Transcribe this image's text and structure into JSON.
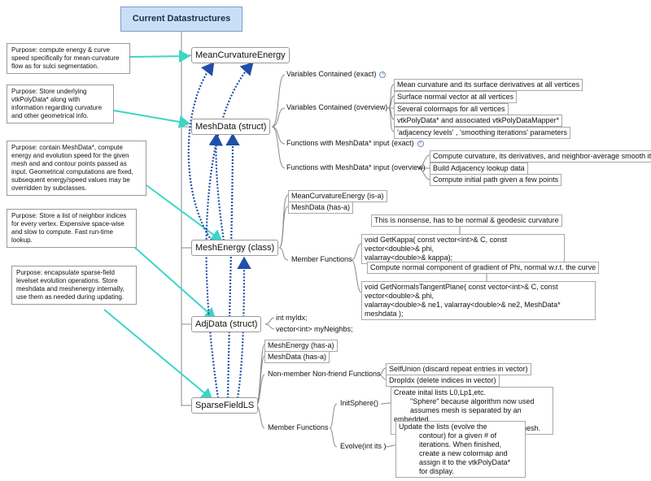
{
  "title": "Current Datastructures",
  "nodes": {
    "mce": "MeanCurvatureEnergy",
    "meshdata": "MeshData  (struct)",
    "meshenergy": "MeshEnergy  (class)",
    "adjdata": "AdjData  (struct)",
    "sparse": "SparseFieldLS"
  },
  "callouts": {
    "c1": "Purpose: compute energy & curve speed specifically for mean-curvature flow as for sulci segmentation.",
    "c2": "Purpose: Store underlying vtkPolyData* along with information regarding curvature and other geometrical info.",
    "c3": "Purpose: contain MeshData*, compute energy and evolution speed for the given mesh and and contour points passed as input. Geometrical computations are fixed, subsequent energy/speed values may be overridden by subclasses.",
    "c4": "Purpose: Store a list of neighbor indices for every vertex. Expensive space-wise and slow to compute. Fast run-time lookup.",
    "c5": "Purpose: encapsulate sparse-field levelset evolution operations. Store meshdata and meshenergy internally, use them as needed during updating."
  },
  "meshdata": {
    "vars_exact": "Variables Contained (exact)",
    "vars_overview": "Variables Contained (overview)",
    "vars": [
      "Mean curvature and its surface derivatives at all vertices",
      "Surface normal vector at all vertices",
      "Several colormaps for all vertices",
      "vtkPolyData* and associated vtkPolyDataMapper*",
      "'adjacency levels' , 'smoothing iterations' parameters"
    ],
    "funcs_exact": "Functions with MeshData* input (exact)",
    "funcs_overview": "Functions with MeshData* input (overview)",
    "funcs": [
      "Compute curvature, its derivatives, and neighbor-average smooth it",
      "Build Adjacency lookup data",
      "Compute initial path given a few points"
    ]
  },
  "meshenergy": {
    "isa": "MeanCurvatureEnergy (is-a)",
    "hasa": "MeshData (has-a)",
    "member_functions": "Member Functions",
    "note1": "This is nonsense, has to be normal & geodesic curvature",
    "kappa": "void GetKappa( const vector<int>& C, const vector<double>& phi,\nvalarray<double>& kappa);",
    "note2": "Compute normal component of gradient of Phi, normal w.r.t. the curve",
    "normals": "void GetNormalsTangentPlane( const vector<int>& C, const vector<double>& phi,\nvalarray<double>& ne1, valarray<double>& ne2, MeshData* meshdata );"
  },
  "adjdata": {
    "f1": "int myIdx;",
    "f2": "vector<int> myNeighbs;"
  },
  "sparse": {
    "hasa1": "MeshEnergy (has-a)",
    "hasa2": "MeshData (has-a)",
    "nonmember": "Non-member Non-friend Functions",
    "selfunion": "SelfUnion (discard repeat entries in vector)",
    "dropidx": "DropIdx (delete indices in vector)",
    "member_functions": "Member Functions",
    "initsphere": "InitSphere()",
    "initsphere_desc": "Create inital lists L0,Lp1,etc.\n        \"Sphere\" because algorithm now used\n        assumes mesh is separated by an embedded\n        circle; e.g. could fail on donut-like mesh.",
    "evolve": "Evolve(int its )",
    "evolve_desc": "Update the lists (evolve the\n          contour) for a given # of\n          iterations. When finished,\n          create a new colormap and\n          assign it to the vtkPolyData*\n          for display."
  },
  "colors": {
    "root_fill": "#c9def7",
    "callout_arrow": "#3cd6c6",
    "dotted_arrow": "#1f4fa8",
    "connector": "#8a8a8a"
  }
}
